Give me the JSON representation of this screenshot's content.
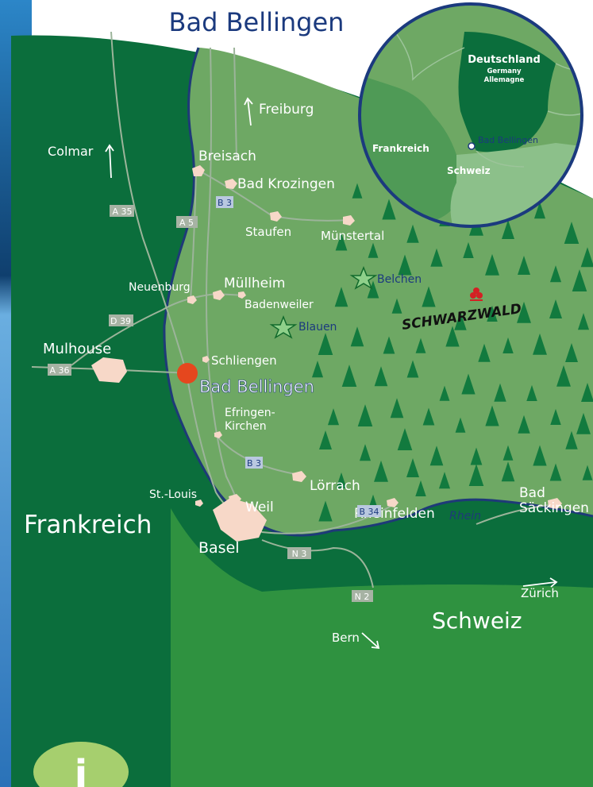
{
  "title": "Bad Bellingen",
  "places": {
    "freiburg": "Freiburg",
    "colmar": "Colmar",
    "breisach": "Breisach",
    "bad_krozingen": "Bad Krozingen",
    "staufen": "Staufen",
    "muenstertal": "Münstertal",
    "neuenburg": "Neuenburg",
    "muellheim": "Müllheim",
    "badenweiler": "Badenweiler",
    "mulhouse": "Mulhouse",
    "schliengen": "Schliengen",
    "bad_bellingen": "Bad Bellingen",
    "efringen_kirchen_1": "Efringen-",
    "efringen_kirchen_2": "Kirchen",
    "st_louis": "St.-Louis",
    "weil": "Weil",
    "loerrach": "Lörrach",
    "rheinfelden": "Rheinfelden",
    "bad_saeckingen_1": "Bad",
    "bad_saeckingen_2": "Säckingen",
    "basel": "Basel",
    "zuerich": "Zürich",
    "bern": "Bern"
  },
  "peaks": {
    "belchen": "Belchen",
    "blauen": "Blauen"
  },
  "regions": {
    "frankreich": "Frankreich",
    "schweiz": "Schweiz",
    "schwarzwald": "SCHWARZWALD"
  },
  "river": "Rhein",
  "roads": {
    "a35": "A 35",
    "a5": "A 5",
    "b3_north": "B 3",
    "b3_south": "B 3",
    "d39": "D 39",
    "a36": "A 36",
    "b34": "B 34",
    "n3": "N 3",
    "n2": "N 2"
  },
  "inset": {
    "deutschland": "Deutschland",
    "germany": "Germany",
    "allemagne": "Allemagne",
    "frankreich": "Frankreich",
    "schweiz": "Schweiz",
    "bad_bellingen": "Bad Bellingen"
  },
  "info_icon": "i",
  "colors": {
    "title": "#1b3a7e",
    "france": "#0b6e3c",
    "germany_plain": "#6ea864",
    "switzerland": "#2f9240",
    "trees": "#127a3e",
    "rhine": "#1e3a78",
    "town": "#f7d8c8",
    "marker": "#e5471e",
    "roads": "#9cb49a"
  }
}
